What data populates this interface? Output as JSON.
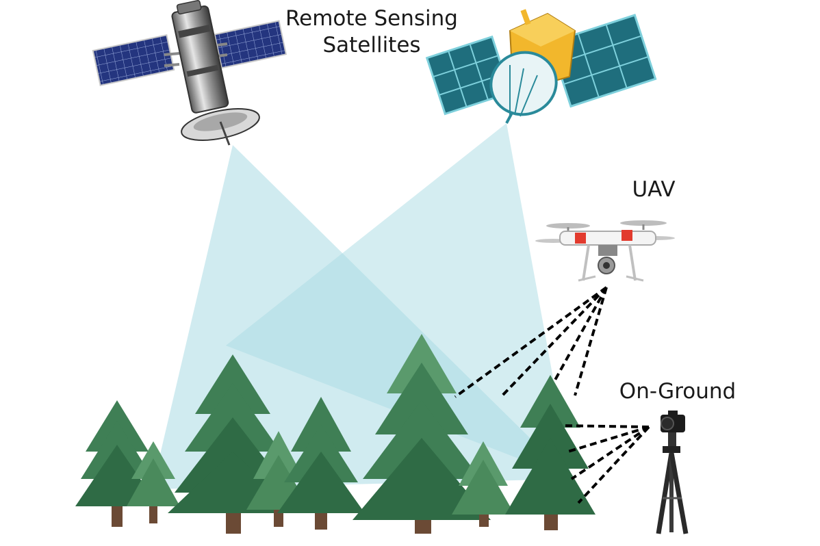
{
  "labels": {
    "satellites_line1": "Remote Sensing",
    "satellites_line2": "Satellites",
    "uav": "UAV",
    "on_ground": "On-Ground"
  },
  "colors": {
    "beam": "#a9dbe3",
    "tree_dark": "#2f6b45",
    "tree_mid": "#3f7f55",
    "tree_light": "#5a9a6c",
    "trunk": "#6b4a35",
    "satellite_gold": "#f2b72c",
    "solar_panel_blue": "#23307a",
    "solar_panel_teal": "#1f6e7d",
    "drone_red": "#e23b2e"
  },
  "icons": [
    "satellite-left-icon",
    "satellite-right-icon",
    "drone-icon",
    "camera-tripod-icon",
    "tree-icon"
  ]
}
